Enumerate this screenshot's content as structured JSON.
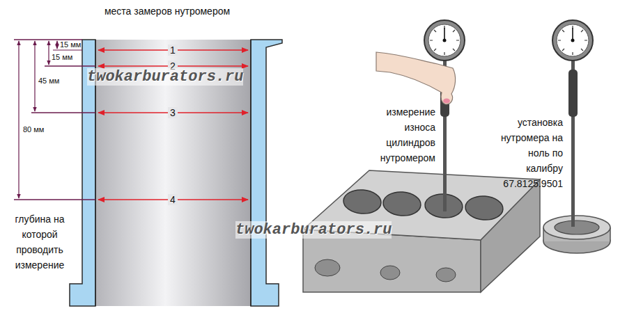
{
  "diagram": {
    "title": "места замеров нутромером",
    "labels": [
      "15 мм",
      "15 мм",
      "1",
      "2",
      "twokarburators.ru",
      "45 мм",
      "3",
      "80 мм",
      "4",
      "глубина на которой проводить измерение",
      "twokarburators.ru",
      "измерение износа цилиндров нутромером",
      "установка нутромера на ноль по калибру 67.8125.9501"
    ]
  }
}
